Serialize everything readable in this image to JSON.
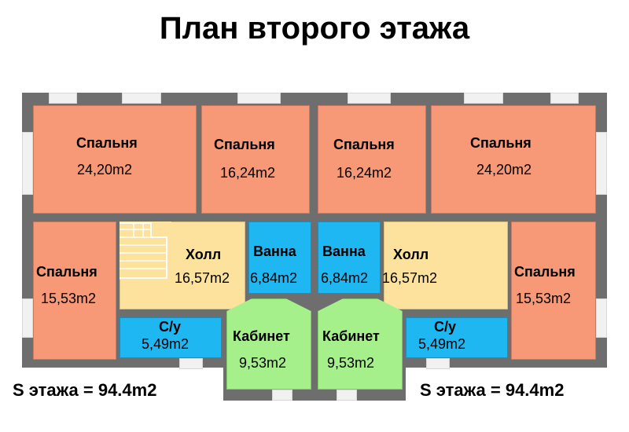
{
  "title": "План второго этажа",
  "colors": {
    "bedroom": "#f79877",
    "hall": "#fce29c",
    "bathroom": "#1fb7f2",
    "study": "#a6f08c",
    "wall": "#6e6e6e"
  },
  "rooms": {
    "bedroom_1": {
      "name": "Спальня",
      "area": "24,20m2"
    },
    "bedroom_2": {
      "name": "Спальня",
      "area": "16,24m2"
    },
    "bedroom_3": {
      "name": "Спальня",
      "area": "16,24m2"
    },
    "bedroom_4": {
      "name": "Спальня",
      "area": "24,20m2"
    },
    "bedroom_5": {
      "name": "Спальня",
      "area": "15,53m2"
    },
    "bedroom_6": {
      "name": "Спальня",
      "area": "15,53m2"
    },
    "hall_left": {
      "name": "Холл",
      "area": "16,57m2"
    },
    "hall_right": {
      "name": "Холл",
      "area": "16,57m2"
    },
    "bath_left": {
      "name": "Ванна",
      "area": "6,84m2"
    },
    "bath_right": {
      "name": "Ванна",
      "area": "6,84m2"
    },
    "wc_left": {
      "name": "С/у",
      "area": "5,49m2"
    },
    "wc_right": {
      "name": "С/у",
      "area": "5,49m2"
    },
    "study_left": {
      "name": "Кабинет",
      "area": "9,53m2"
    },
    "study_right": {
      "name": "Кабинет",
      "area": "9,53m2"
    }
  },
  "totals": {
    "left": "S этажа  =  94.4m2",
    "right": "S этажа  =  94.4m2"
  }
}
